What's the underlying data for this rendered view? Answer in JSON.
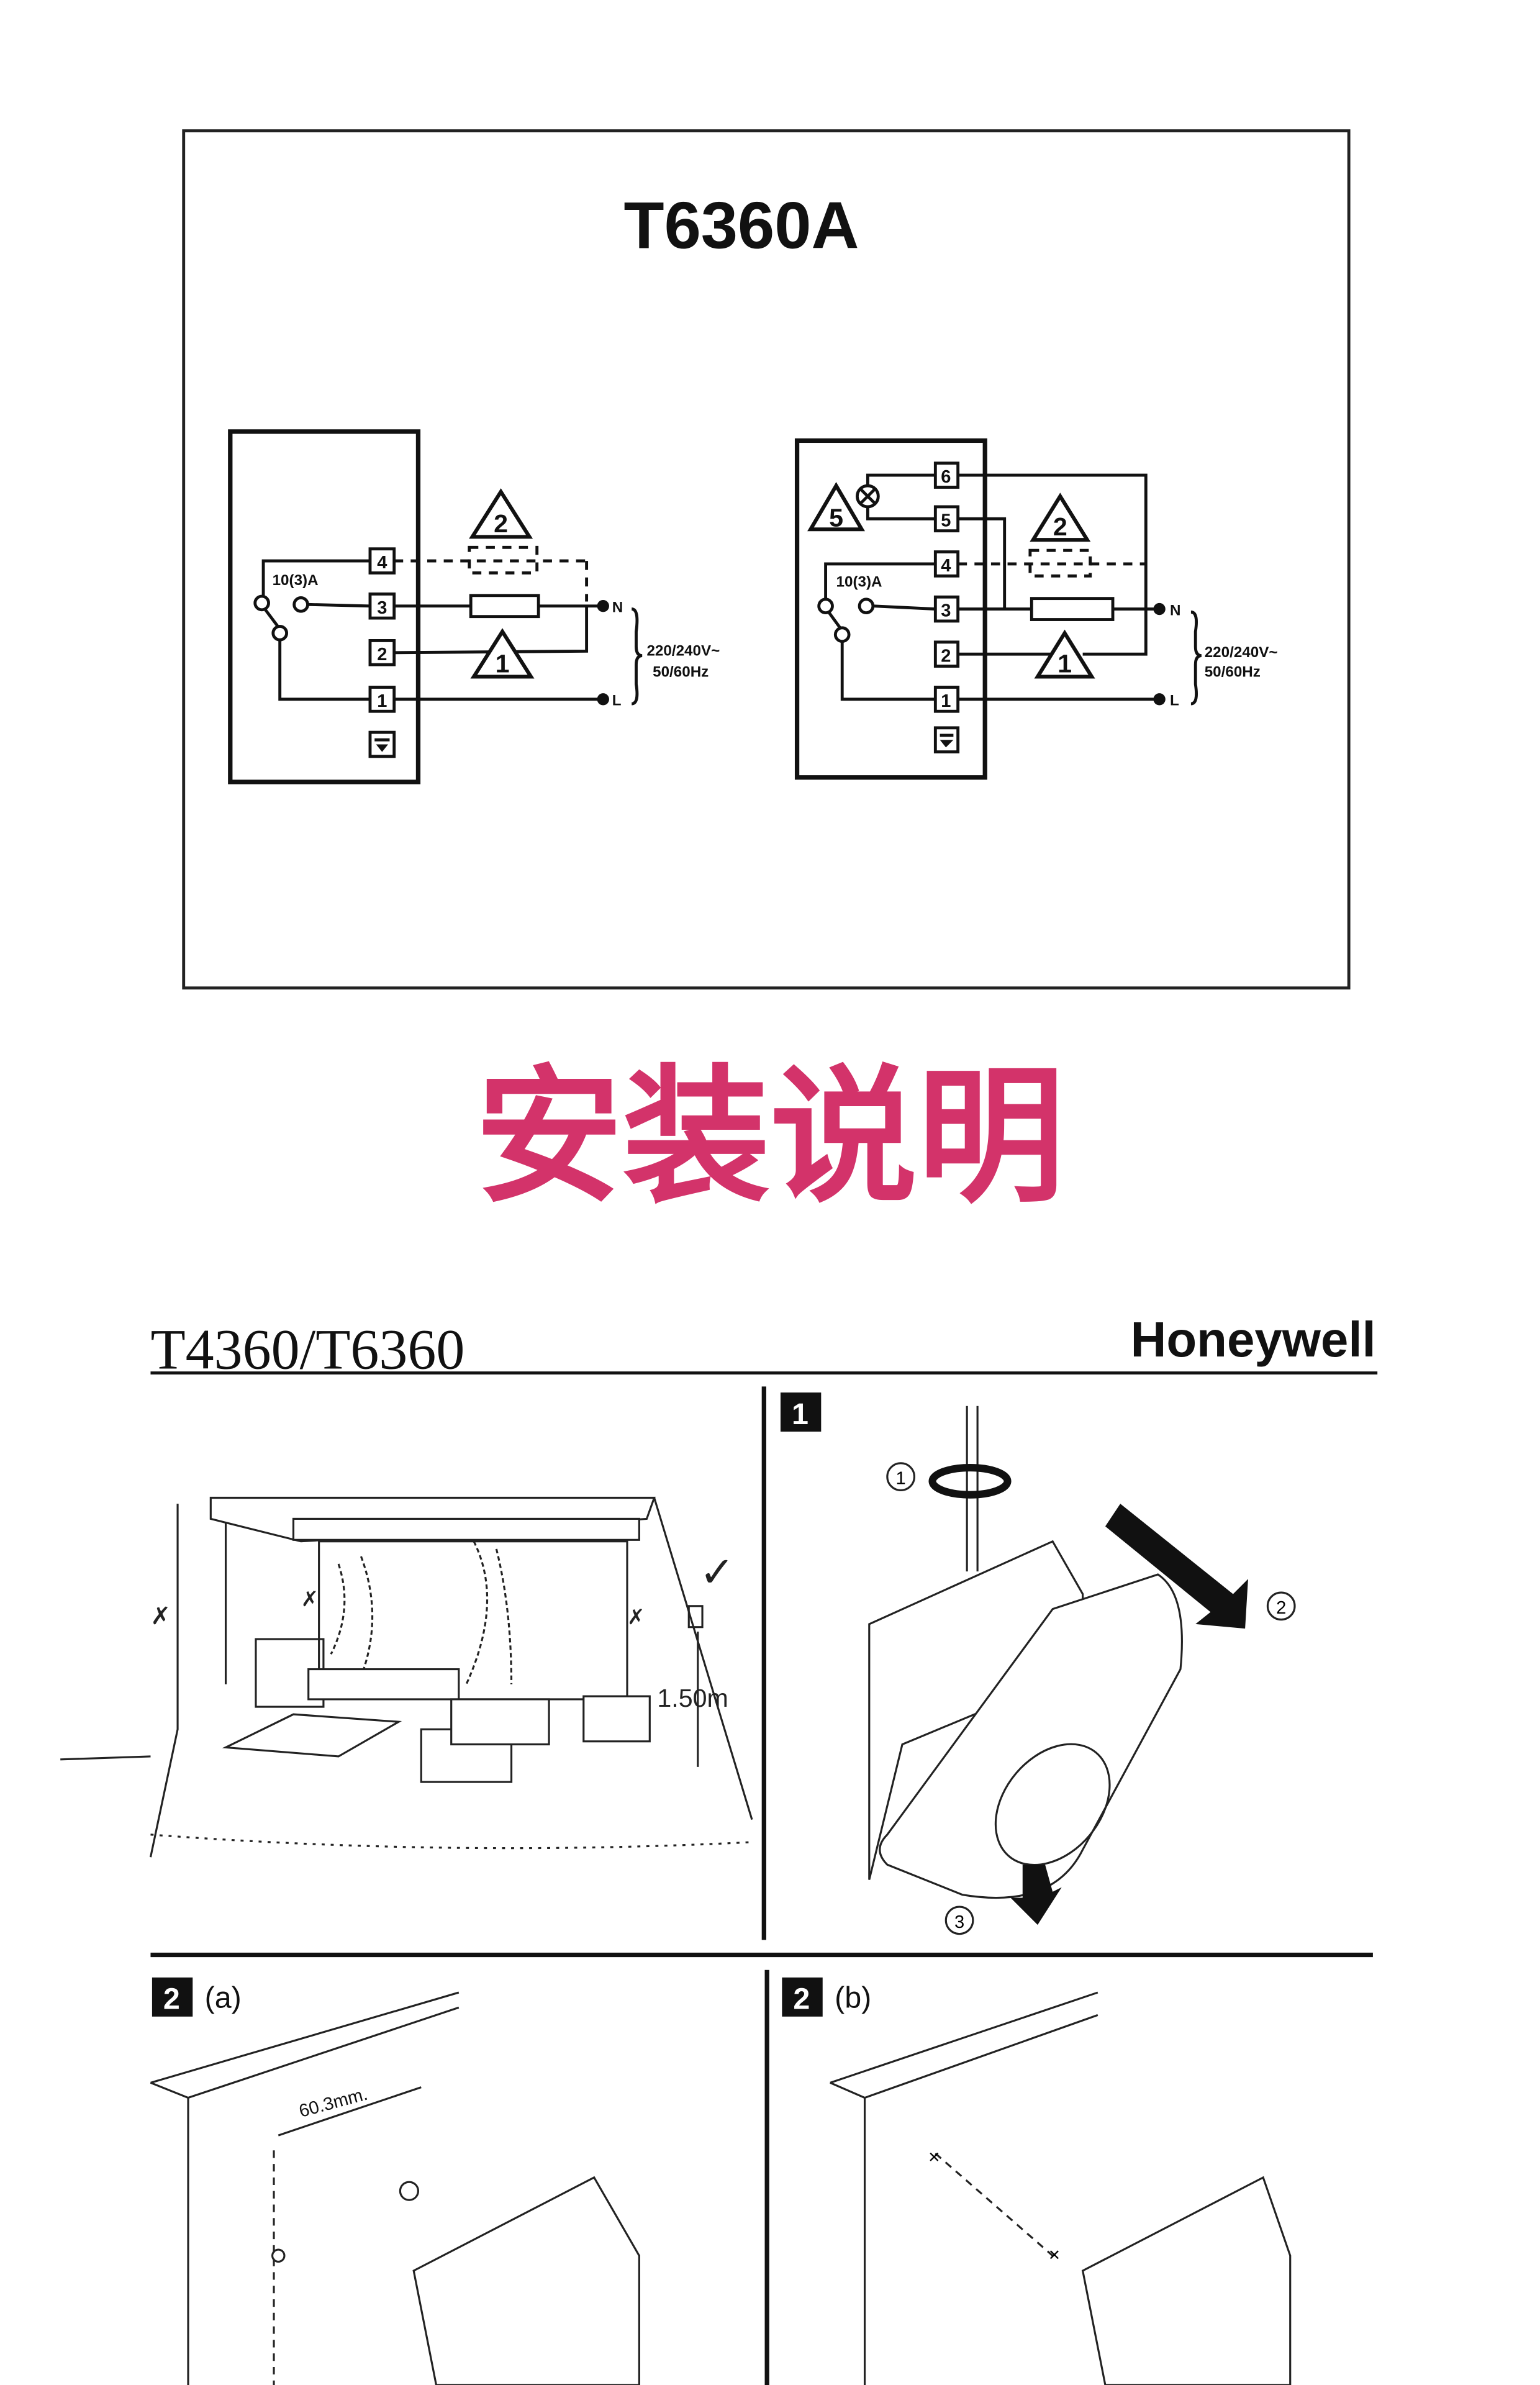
{
  "wiring": {
    "model_title": "T6360A",
    "rating": "10(3)A",
    "neutral": "N",
    "live": "L",
    "voltage": "220/240V~",
    "frequency": "50/60Hz",
    "left_terminals": [
      "4",
      "3",
      "2",
      "1"
    ],
    "right_terminals": [
      "6",
      "5",
      "4",
      "3",
      "2",
      "1"
    ],
    "notes": [
      "1",
      "2",
      "5"
    ]
  },
  "banner": {
    "title": "安装说明",
    "color": "#d3336a"
  },
  "manual": {
    "model": "T4360/T6360",
    "brand": "Honeywell",
    "height_label": "1.50m",
    "step1": {
      "number": "1",
      "callouts": [
        "1",
        "2",
        "3"
      ]
    },
    "step2a": {
      "number": "2",
      "suffix": "(a)",
      "dimension": "60.3mm."
    },
    "step2b": {
      "number": "2",
      "suffix": "(b)"
    }
  }
}
